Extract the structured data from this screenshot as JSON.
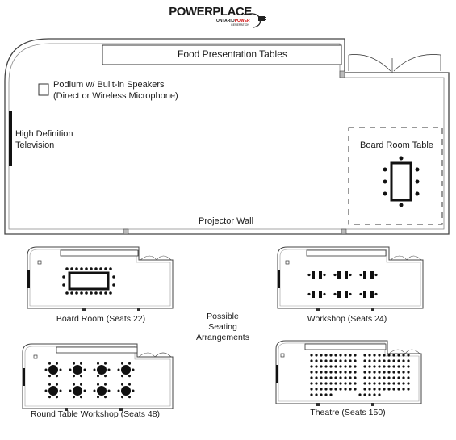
{
  "logo": {
    "brand": "POWERPLACE",
    "sub_brand_left": "ONTARIO",
    "sub_brand_right": "POWER",
    "tagline": "GENERATION"
  },
  "main_plan": {
    "food_tables_label": "Food Presentation Tables",
    "podium_label": "Podium w/  Built-in Speakers\n(Direct or Wireless Microphone)",
    "tv_label": "High Definition\nTelevision",
    "board_table_label": "Board Room Table",
    "projector_wall_label": "Projector Wall"
  },
  "arrangements": {
    "center_label": "Possible\nSeating\nArrangements",
    "items": [
      {
        "label": "Board Room (Seats 22)"
      },
      {
        "label": "Workshop (Seats 24)"
      },
      {
        "label": "Round Table Workshop (Seats 48)"
      },
      {
        "label": "Theatre (Seats 150)"
      }
    ]
  },
  "colors": {
    "ink": "#1a1a1a",
    "line": "#444444",
    "fill_dark": "#111111",
    "hatch": "#999999"
  }
}
